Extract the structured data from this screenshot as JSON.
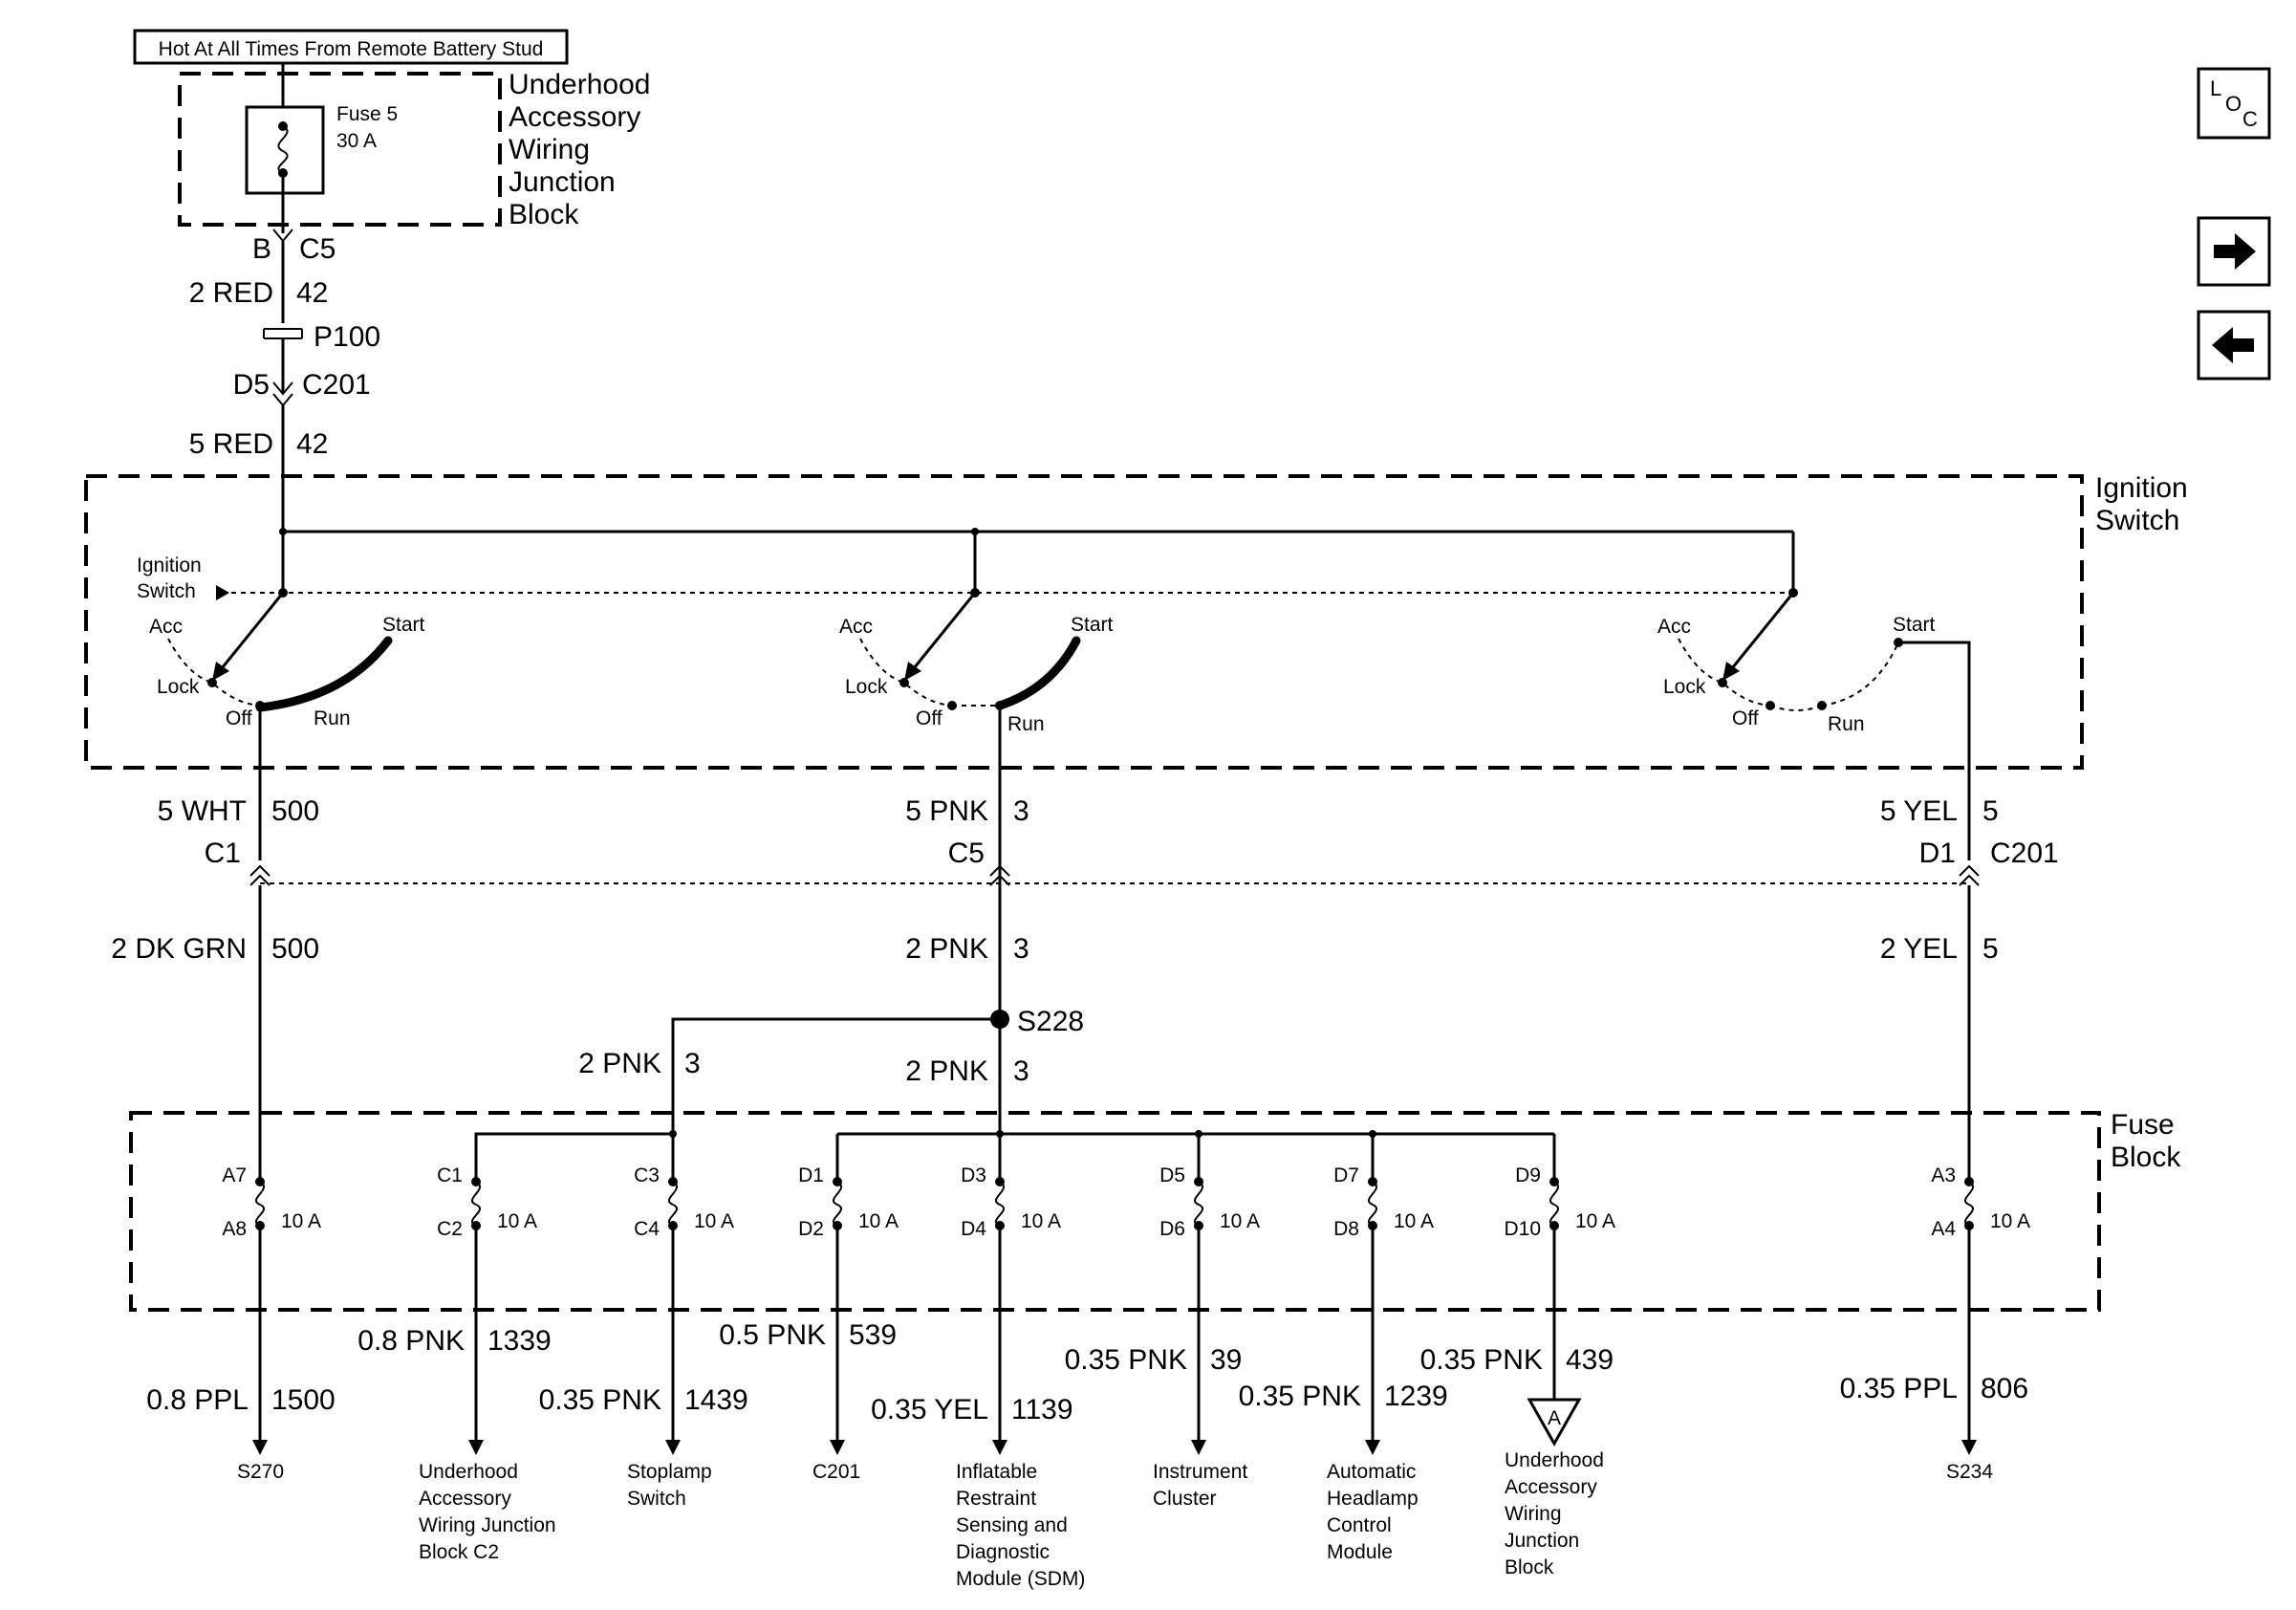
{
  "header_label": "Hot At All Times From Remote Battery Stud",
  "nav": {
    "loc_icon": "loc-icon",
    "forward_icon": "arrow-right-icon",
    "back_icon": "arrow-left-icon"
  },
  "fuse5": {
    "name": "Fuse 5",
    "rating": "30 A"
  },
  "underhood_block": [
    "Underhood",
    "Accessory",
    "Wiring",
    "Junction",
    "Block"
  ],
  "top_feed": {
    "conn_b": "B",
    "conn_c5": "C5",
    "wire1": "2 RED",
    "circ1": "42",
    "splice": "P100",
    "conn_d5": "D5",
    "conn_c201": "C201",
    "wire2": "5 RED",
    "circ2": "42"
  },
  "ignition_switch": {
    "title": [
      "Ignition",
      "Switch"
    ],
    "inner_label": [
      "Ignition",
      "Switch"
    ],
    "positions": {
      "acc": "Acc",
      "lock": "Lock",
      "off": "Off",
      "run": "Run",
      "start": "Start"
    }
  },
  "outputs": [
    {
      "wire": "5 WHT",
      "circuit": "500",
      "conn": "C1"
    },
    {
      "wire": "5 PNK",
      "circuit": "3",
      "conn": "C5"
    },
    {
      "wire": "5 YEL",
      "circuit": "5",
      "conn": "D1",
      "conn2": "C201"
    }
  ],
  "mid_wires": [
    {
      "wire": "2 DK GRN",
      "circuit": "500"
    },
    {
      "wire": "2 PNK",
      "circuit": "3"
    },
    {
      "wire": "2 YEL",
      "circuit": "5"
    }
  ],
  "splice_s228": "S228",
  "branch_left": {
    "wire": "2 PNK",
    "circuit": "3"
  },
  "branch_down": {
    "wire": "2 PNK",
    "circuit": "3"
  },
  "fuse_block": {
    "title": [
      "Fuse",
      "Block"
    ],
    "fuses": [
      {
        "top": "A7",
        "bottom": "A8",
        "rating": "10 A"
      },
      {
        "top": "C1",
        "bottom": "C2",
        "rating": "10 A"
      },
      {
        "top": "C3",
        "bottom": "C4",
        "rating": "10 A"
      },
      {
        "top": "D1",
        "bottom": "D2",
        "rating": "10 A"
      },
      {
        "top": "D3",
        "bottom": "D4",
        "rating": "10 A"
      },
      {
        "top": "D5",
        "bottom": "D6",
        "rating": "10 A"
      },
      {
        "top": "D7",
        "bottom": "D8",
        "rating": "10 A"
      },
      {
        "top": "D9",
        "bottom": "D10",
        "rating": "10 A"
      },
      {
        "top": "A3",
        "bottom": "A4",
        "rating": "10 A"
      }
    ]
  },
  "load_wires": [
    {
      "wire": "0.8 PPL",
      "circuit": "1500",
      "dest": [
        "S270"
      ]
    },
    {
      "wire": "0.8 PNK",
      "circuit": "1339",
      "dest": [
        "Underhood",
        "Accessory",
        "Wiring Junction",
        "Block C2"
      ]
    },
    {
      "wire": "0.35 PNK",
      "circuit": "1439",
      "dest": [
        "Stoplamp",
        "Switch"
      ]
    },
    {
      "wire": "0.5 PNK",
      "circuit": "539",
      "dest": [
        "C201"
      ]
    },
    {
      "wire": "0.35 YEL",
      "circuit": "1139",
      "dest": [
        "Inflatable",
        "Restraint",
        "Sensing and",
        "Diagnostic",
        "Module (SDM)"
      ]
    },
    {
      "wire": "0.35 PNK",
      "circuit": "39",
      "dest": [
        "Instrument",
        "Cluster"
      ]
    },
    {
      "wire": "0.35 PNK",
      "circuit": "1239",
      "dest": [
        "Automatic",
        "Headlamp",
        "Control",
        "Module"
      ]
    },
    {
      "wire": "0.35 PNK",
      "circuit": "439",
      "dest": [
        "Underhood",
        "Accessory",
        "Wiring",
        "Junction",
        "Block"
      ],
      "ref": "A"
    },
    {
      "wire": "0.35 PPL",
      "circuit": "806",
      "dest": [
        "S234"
      ]
    }
  ]
}
